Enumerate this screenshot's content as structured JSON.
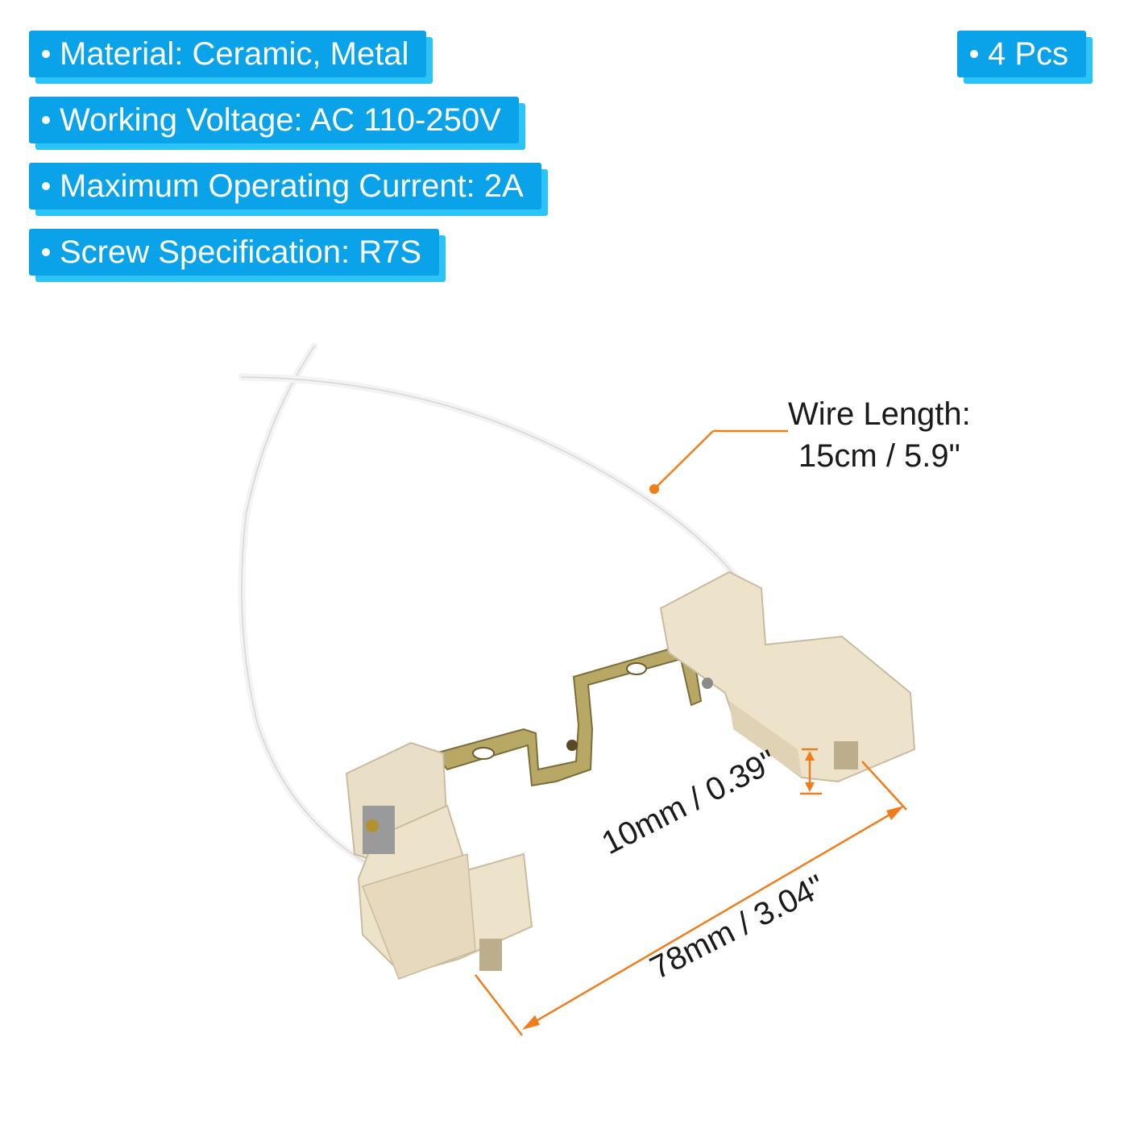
{
  "specs": [
    {
      "text": "Material: Ceramic, Metal"
    },
    {
      "text": "Working Voltage: AC 110-250V"
    },
    {
      "text": "Maximum Operating Current: 2A"
    },
    {
      "text": "Screw Specification: R7S"
    }
  ],
  "quantity": "4 Pcs",
  "annotations": {
    "wire_length_line1": "Wire Length:",
    "wire_length_line2": "15cm / 5.9\"",
    "height_dim": "10mm / 0.39\"",
    "length_dim": "78mm / 3.04\""
  },
  "colors": {
    "badge_bg": "#0aa3ea",
    "badge_shadow": "#2cc3f7",
    "dimension_line": "#f07d1a",
    "ceramic": "#ece1c9",
    "bracket": "#b8a866"
  }
}
